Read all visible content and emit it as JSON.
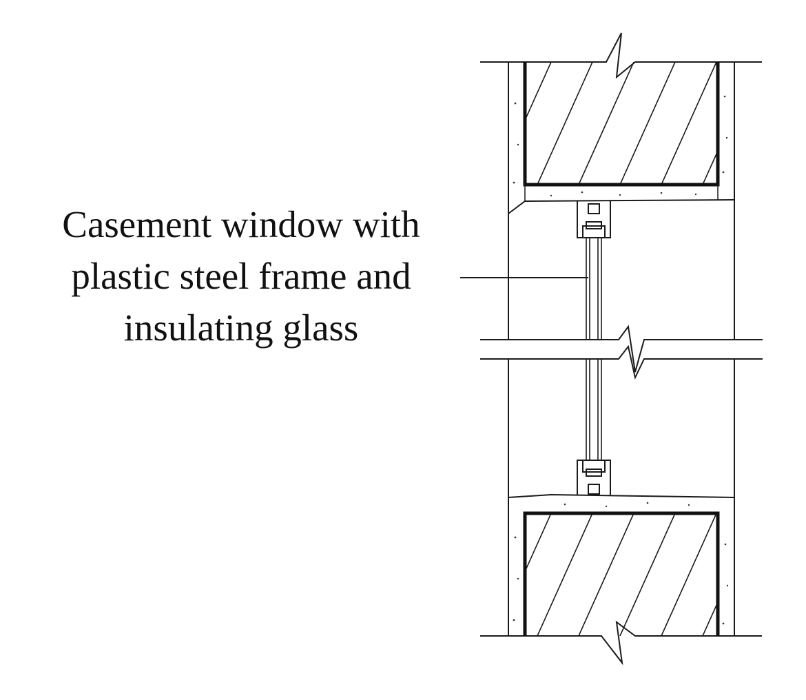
{
  "label": {
    "lines": [
      "Casement window with",
      "plastic steel frame and",
      "insulating glass"
    ]
  },
  "colors": {
    "line": "#1a1a1a",
    "background": "#ffffff"
  }
}
